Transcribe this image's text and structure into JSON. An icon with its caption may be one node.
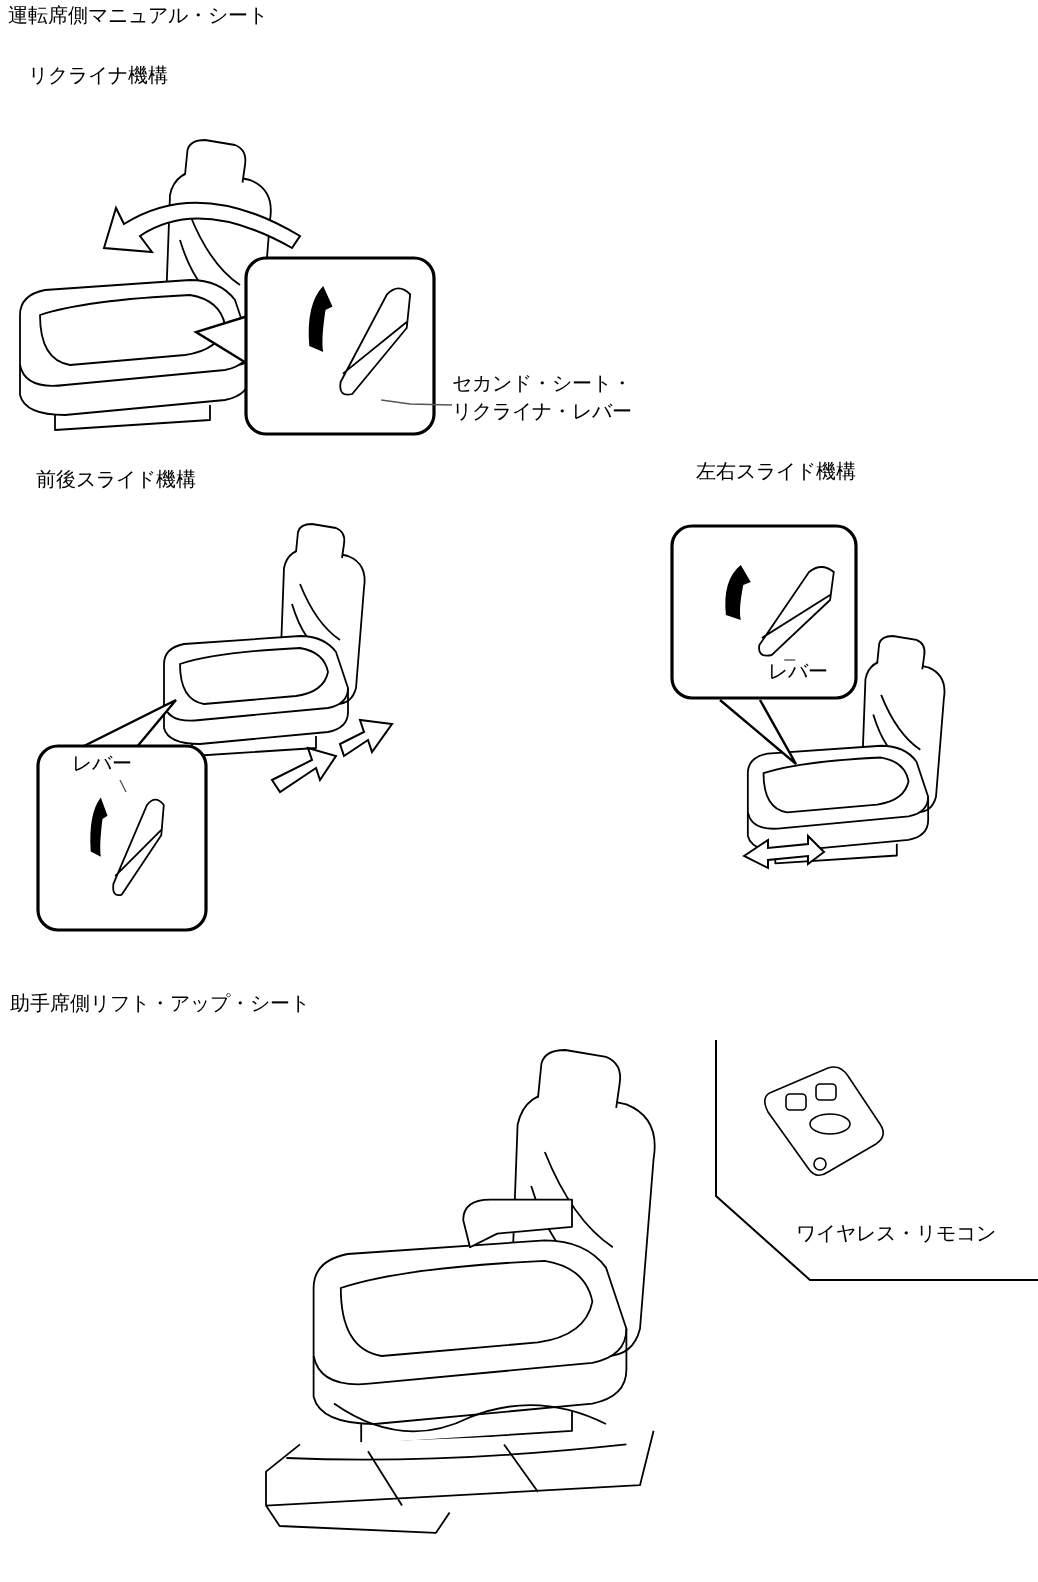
{
  "diagram": {
    "title": "運転席側マニュアル・シート",
    "nodes": [
      {
        "text": [],
        "shape": "box"
      },
      {
        "text": [],
        "shape": "picture",
        "in": 0
      },
      {
        "text": [
          "セカンド・シート・リクライナ・レバー"
        ]
      },
      {
        "text": [],
        "shape": "box"
      },
      {
        "text": [
          "レバー"
        ],
        "in": 3
      },
      {
        "text": [],
        "shape": "picture",
        "in": 3
      },
      {
        "text": [],
        "shape": "box"
      },
      {
        "text": [],
        "shape": "picture",
        "in": 6
      },
      {
        "text": [
          "レバー"
        ],
        "in": 6
      }
    ],
    "edges": [
      {
        "from": 2,
        "to": 1,
        "arrow": "none"
      },
      {
        "from": 4,
        "to": 5,
        "arrow": "none"
      },
      {
        "from": 8,
        "to": 7,
        "arrow": "none"
      }
    ],
    "labels": [
      "リクライナ機構",
      "前後スライド機構",
      "左右スライド機構",
      "助手席側リフト・アップ・シート",
      "ワイヤレス・リモコン"
    ]
  }
}
